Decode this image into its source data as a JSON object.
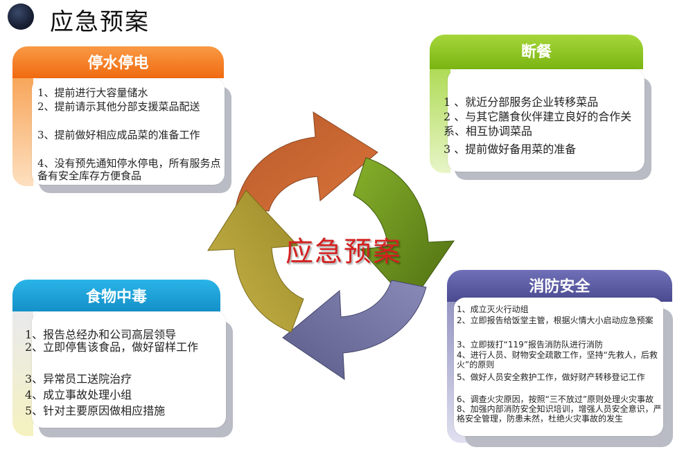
{
  "title": "应急预案",
  "center_label": "应急预案",
  "cards": {
    "water_power": {
      "title": "停水停电",
      "color": "#f47b20",
      "items": [
        "1、提前进行大容量储水",
        "2、提前请示其他分部支援菜品配送",
        "3、提前做好相应成品菜的准备工作",
        "4、没有预先通知停水停电，所有服务点备有安全库存方便食品"
      ]
    },
    "meal_cut": {
      "title": "断餐",
      "color": "#8cc21e",
      "items": [
        "1 、就近分部服务企业转移菜品",
        "2 、与其它膳食伙伴建立良好的合作关系、相互协调菜品",
        "3 、提前做好备用菜的准备"
      ]
    },
    "food_poison": {
      "title": "食物中毒",
      "color": "#1aa3dc",
      "items": [
        "1、报告总经办和公司高层领导",
        "2、立即停售该食品，做好留样工作",
        "3、异常员工送院治疗",
        "4、成立事故处理小组",
        "5、针对主要原因做相应措施"
      ]
    },
    "fire_safety": {
      "title": "消防安全",
      "color": "#5a5aa0",
      "items": [
        "1、成立灭火行动组",
        "2、立即报告给饭堂主管，根据火情大小启动应急预案",
        "3、立即拨打“119”报告消防队进行消防",
        "4、进行人员、财物安全疏散工作，坚持“先救人，后救火”的原则",
        "5、做好人员安全救护工作，做好财产转移登记工作",
        "6、调查火灾原因，按照“三不放过”原则处理火灾事故 8、加强内部消防安全知识培训，增强人员安全意识，严格安全管理，防患未然，杜绝火灾事故的发生"
      ]
    }
  },
  "arrows": {
    "top_color": "#c4622d",
    "right_color": "#6b8e1e",
    "bottom_color": "#6a6a98",
    "left_color": "#b8a038"
  }
}
